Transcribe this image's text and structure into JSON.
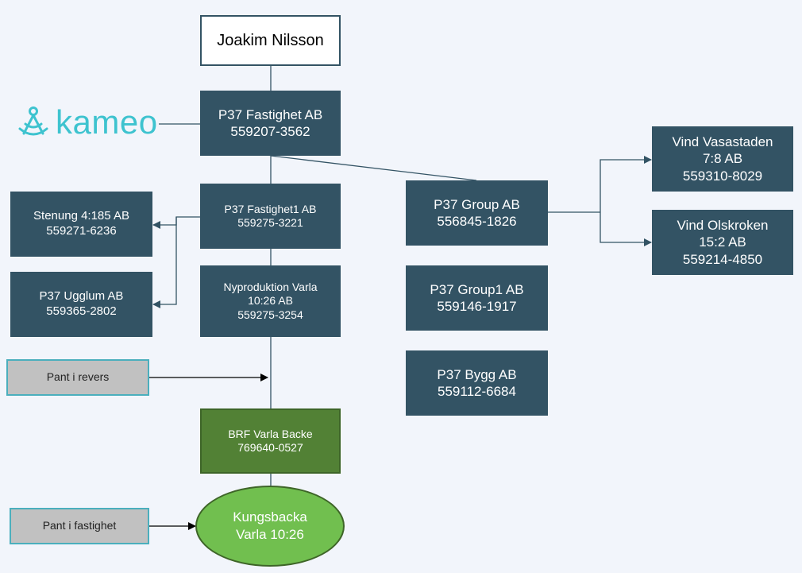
{
  "person": "Joakim Nilsson",
  "logo": {
    "text": "kameo",
    "color": "#3ec3cf"
  },
  "colors": {
    "box": "#335364",
    "green": "#528135",
    "oval": "#71bf4f",
    "pant": "#c1c1c1",
    "pant_border": "#4bafbd",
    "background": "#f2f5fb"
  },
  "entities": {
    "p37_fastighet": {
      "name": "P37 Fastighet AB",
      "id": "559207-3562"
    },
    "p37_fastighet1": {
      "name": "P37 Fastighet1 AB",
      "id": "559275-3221"
    },
    "nyproduktion": {
      "name1": "Nyproduktion Varla",
      "name2": "10:26 AB",
      "id": "559275-3254"
    },
    "stenung": {
      "name": "Stenung 4:185 AB",
      "id": "559271-6236"
    },
    "ugglum": {
      "name": "P37 Ugglum AB",
      "id": "559365-2802"
    },
    "p37_group": {
      "name": "P37 Group AB",
      "id": "556845-1826"
    },
    "p37_group1": {
      "name": "P37 Group1 AB",
      "id": "559146-1917"
    },
    "p37_bygg": {
      "name": "P37 Bygg AB",
      "id": "559112-6684"
    },
    "vasastaden": {
      "name1": "Vind Vasastaden",
      "name2": "7:8 AB",
      "id": "559310-8029"
    },
    "olskroken": {
      "name1": "Vind Olskroken",
      "name2": "15:2 AB",
      "id": "559214-4850"
    },
    "brf": {
      "name": "BRF Varla Backe",
      "id": "769640-0527"
    }
  },
  "property": {
    "line1": "Kungsbacka",
    "line2": "Varla 10:26"
  },
  "pledges": {
    "revers": "Pant i revers",
    "fastighet": "Pant i fastighet"
  }
}
